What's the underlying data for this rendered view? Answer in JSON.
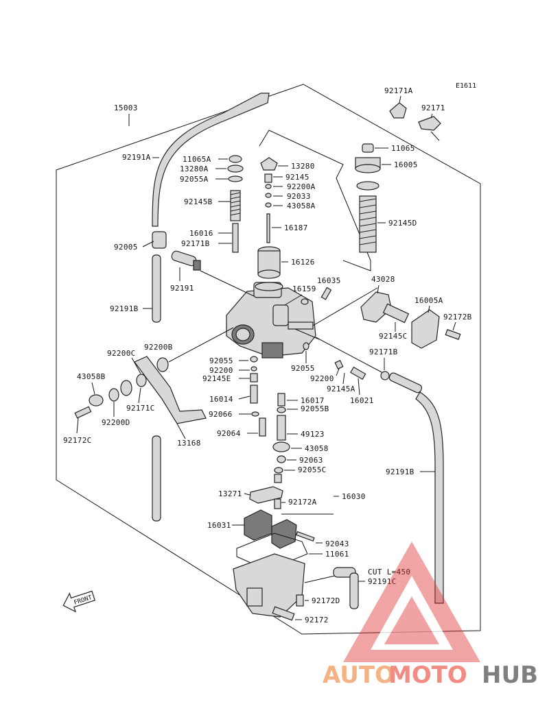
{
  "diagram_code": "E1611",
  "front_label": "FRONT",
  "cut_note": "CUT L=450",
  "watermark": {
    "auto": "AUTO",
    "moto": "MOTO",
    "hub": "HUB"
  },
  "labels": {
    "p15003": "15003",
    "p92191A": "92191A",
    "p11065A": "11065A",
    "p13280A": "13280A",
    "p92055A": "92055A",
    "p92145B": "92145B",
    "p16016": "16016",
    "p92171B": "92171B",
    "p92005": "92005",
    "p92191": "92191",
    "p92191B": "92191B",
    "p92200B": "92200B",
    "p92200C": "92200C",
    "p43058B": "43058B",
    "p92200D": "92200D",
    "p92171C": "92171C",
    "p92172C": "92172C",
    "p13168": "13168",
    "p13280": "13280",
    "p92145": "92145",
    "p92200A": "92200A",
    "p92033": "92033",
    "p43058A": "43058A",
    "p16187": "16187",
    "p16126": "16126",
    "p16159": "16159",
    "p16035": "16035",
    "p92055": "92055",
    "p92200": "92200",
    "p92145E": "92145E",
    "p16014": "16014",
    "p92066": "92066",
    "p92064": "92064",
    "p16017": "16017",
    "p92055B": "92055B",
    "p49123": "49123",
    "p43058": "43058",
    "p92063": "92063",
    "p92055C": "92055C",
    "p13271": "13271",
    "p16030": "16030",
    "p92172A": "92172A",
    "p16031": "16031",
    "p92043": "92043",
    "p11061": "11061",
    "p92191C": "92191C",
    "p92172D": "92172D",
    "p92172": "92172",
    "p92171A": "92171A",
    "p92171": "92171",
    "p11065": "11065",
    "p16005": "16005",
    "p92145D": "92145D",
    "p43028": "43028",
    "p16005A": "16005A",
    "p92172B": "92172B",
    "p92145C": "92145C",
    "p92171B_2": "92171B",
    "p92055_2": "92055",
    "p92200_2": "92200",
    "p92145A": "92145A",
    "p16021": "16021",
    "p92191B_2": "92191B"
  }
}
